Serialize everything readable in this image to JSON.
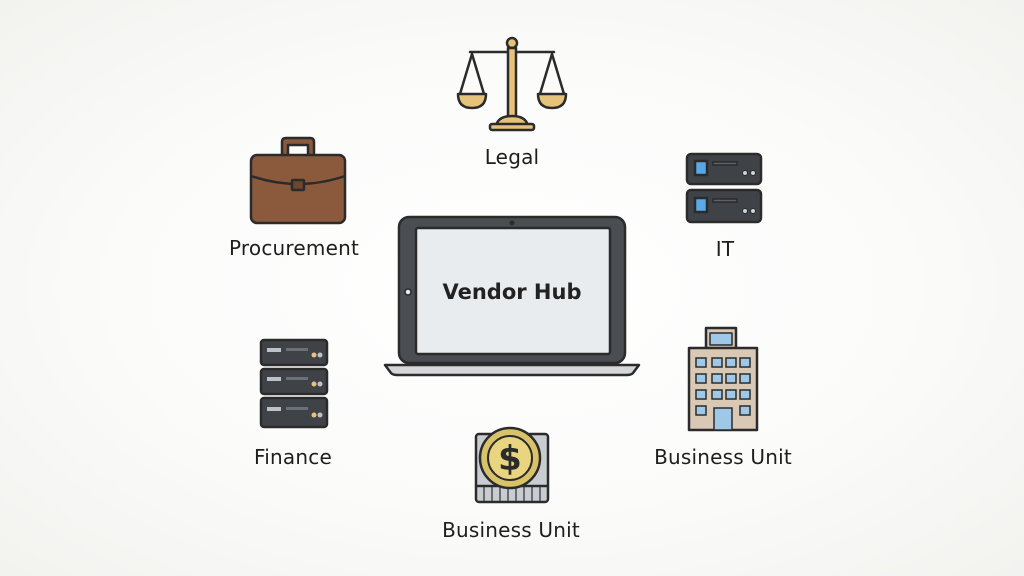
{
  "diagram": {
    "hub": {
      "label": "Vendor Hub",
      "icon": "laptop-icon"
    },
    "nodes": [
      {
        "id": "legal",
        "label": "Legal",
        "icon": "scales-of-justice-icon"
      },
      {
        "id": "procurement",
        "label": "Procurement",
        "icon": "briefcase-icon"
      },
      {
        "id": "it",
        "label": "IT",
        "icon": "server-rack-icon"
      },
      {
        "id": "finance",
        "label": "Finance",
        "icon": "server-stack-icon"
      },
      {
        "id": "business-unit-right",
        "label": "Business Unit",
        "icon": "office-building-icon"
      },
      {
        "id": "business-unit-bottom",
        "label": "Business Unit",
        "icon": "dollar-coin-icon"
      }
    ]
  },
  "colors": {
    "outline": "#2b2b2b",
    "laptop_frame": "#4a4d52",
    "laptop_screen": "#e9ecef",
    "scale_gold": "#e6c27a",
    "briefcase_brown": "#8b5a3c",
    "server_dark": "#3f4348",
    "server_accent_blue": "#5aa9e6",
    "building_tan": "#d9c8b4",
    "building_window": "#9fc8e8",
    "coin_gold": "#d9c36a",
    "coin_gray": "#c9cdd2"
  }
}
